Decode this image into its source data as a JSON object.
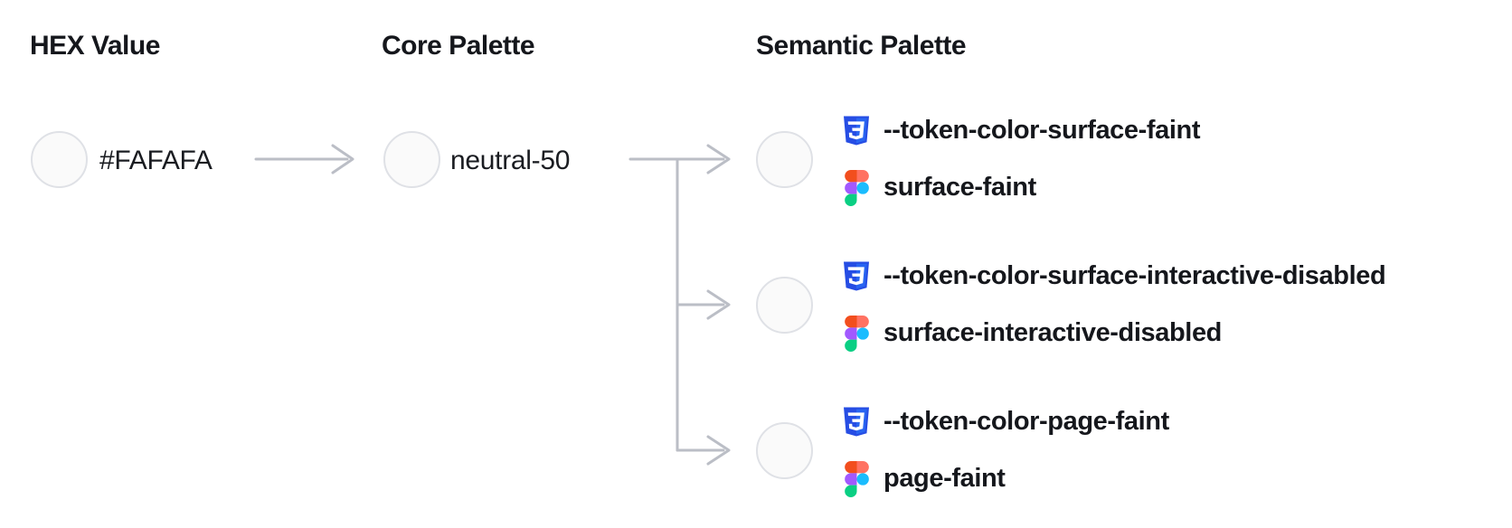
{
  "headings": {
    "hex": "HEX Value",
    "core": "Core Palette",
    "semantic": "Semantic Palette"
  },
  "hex_value": {
    "label": "#FAFAFA",
    "swatch_color": "#FAFAFA"
  },
  "core_palette": {
    "label": "neutral-50",
    "swatch_color": "#FAFAFA"
  },
  "semantic_tokens": [
    {
      "css_variable": "--token-color-surface-faint",
      "figma_style": "surface-faint",
      "swatch_color": "#FAFAFA"
    },
    {
      "css_variable": "--token-color-surface-interactive-disabled",
      "figma_style": "surface-interactive-disabled",
      "swatch_color": "#FAFAFA"
    },
    {
      "css_variable": "--token-color-page-faint",
      "figma_style": "page-faint",
      "swatch_color": "#FAFAFA"
    }
  ],
  "icons": {
    "css_icon": "css3-shield-icon",
    "figma_icon": "figma-logo-icon"
  },
  "colors": {
    "background": "#FFFFFF",
    "swatch_fill": "#FAFAFA",
    "swatch_border": "#DFE1E6",
    "connector": "#BBBEC6",
    "text_primary": "#15171C",
    "css_logo_base": "#264DE4",
    "css_logo_highlight": "#2965F1",
    "figma_red": "#F24E1E",
    "figma_salmon": "#FF7262",
    "figma_purple": "#A259FF",
    "figma_blue": "#1ABCFE",
    "figma_green": "#0ACF83"
  }
}
